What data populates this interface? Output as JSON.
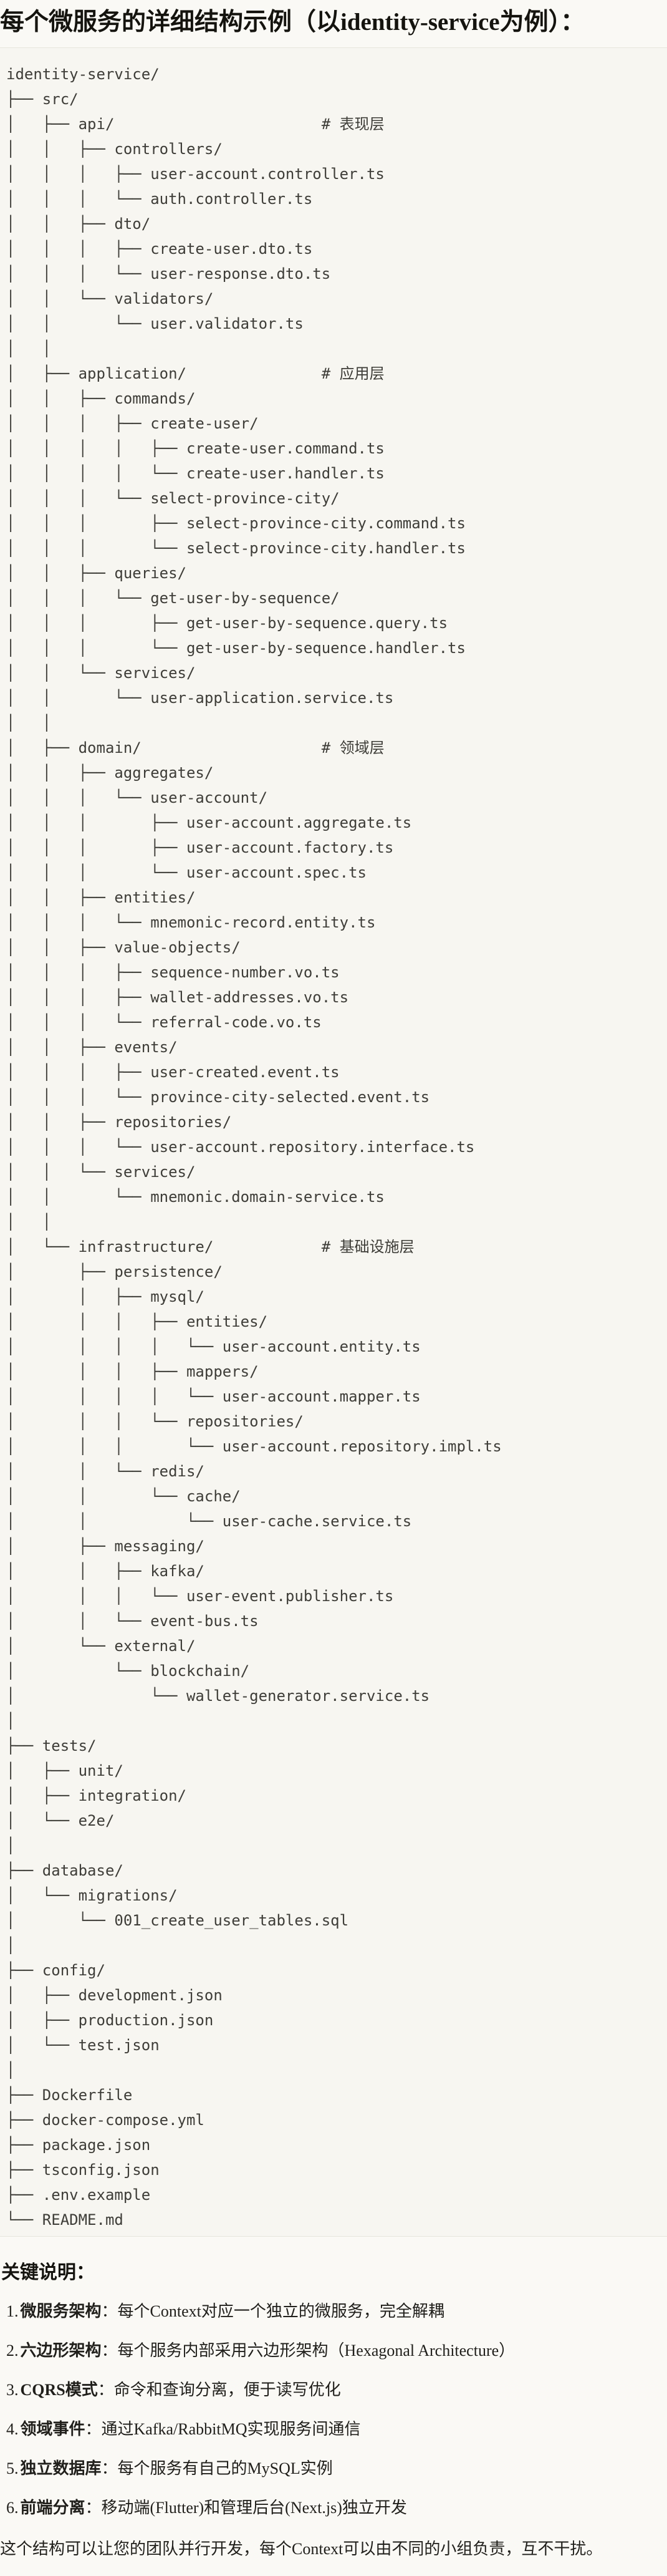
{
  "theme": {
    "page_bg": "#FAF9F5",
    "text": "#1F1E1A",
    "code_bg": "#F7F6F1",
    "code_border": "#E7E5DD",
    "code_text": "#3E3D38"
  },
  "title": "每个微服务的详细结构示例（以identity-service为例）：",
  "code_block": {
    "language": "plaintext",
    "lines": [
      "identity-service/",
      "├── src/",
      "│   ├── api/                       # 表现层",
      "│   │   ├── controllers/",
      "│   │   │   ├── user-account.controller.ts",
      "│   │   │   └── auth.controller.ts",
      "│   │   ├── dto/",
      "│   │   │   ├── create-user.dto.ts",
      "│   │   │   └── user-response.dto.ts",
      "│   │   └── validators/",
      "│   │       └── user.validator.ts",
      "│   │",
      "│   ├── application/               # 应用层",
      "│   │   ├── commands/",
      "│   │   │   ├── create-user/",
      "│   │   │   │   ├── create-user.command.ts",
      "│   │   │   │   └── create-user.handler.ts",
      "│   │   │   └── select-province-city/",
      "│   │   │       ├── select-province-city.command.ts",
      "│   │   │       └── select-province-city.handler.ts",
      "│   │   ├── queries/",
      "│   │   │   └── get-user-by-sequence/",
      "│   │   │       ├── get-user-by-sequence.query.ts",
      "│   │   │       └── get-user-by-sequence.handler.ts",
      "│   │   └── services/",
      "│   │       └── user-application.service.ts",
      "│   │",
      "│   ├── domain/                    # 领域层",
      "│   │   ├── aggregates/",
      "│   │   │   └── user-account/",
      "│   │   │       ├── user-account.aggregate.ts",
      "│   │   │       ├── user-account.factory.ts",
      "│   │   │       └── user-account.spec.ts",
      "│   │   ├── entities/",
      "│   │   │   └── mnemonic-record.entity.ts",
      "│   │   ├── value-objects/",
      "│   │   │   ├── sequence-number.vo.ts",
      "│   │   │   ├── wallet-addresses.vo.ts",
      "│   │   │   └── referral-code.vo.ts",
      "│   │   ├── events/",
      "│   │   │   ├── user-created.event.ts",
      "│   │   │   └── province-city-selected.event.ts",
      "│   │   ├── repositories/",
      "│   │   │   └── user-account.repository.interface.ts",
      "│   │   └── services/",
      "│   │       └── mnemonic.domain-service.ts",
      "│   │",
      "│   └── infrastructure/            # 基础设施层",
      "│       ├── persistence/",
      "│       │   ├── mysql/",
      "│       │   │   ├── entities/",
      "│       │   │   │   └── user-account.entity.ts",
      "│       │   │   ├── mappers/",
      "│       │   │   │   └── user-account.mapper.ts",
      "│       │   │   └── repositories/",
      "│       │   │       └── user-account.repository.impl.ts",
      "│       │   └── redis/",
      "│       │       └── cache/",
      "│       │           └── user-cache.service.ts",
      "│       ├── messaging/",
      "│       │   ├── kafka/",
      "│       │   │   └── user-event.publisher.ts",
      "│       │   └── event-bus.ts",
      "│       └── external/",
      "│           └── blockchain/",
      "│               └── wallet-generator.service.ts",
      "│",
      "├── tests/",
      "│   ├── unit/",
      "│   ├── integration/",
      "│   └── e2e/",
      "│",
      "├── database/",
      "│   └── migrations/",
      "│       └── 001_create_user_tables.sql",
      "│",
      "├── config/",
      "│   ├── development.json",
      "│   ├── production.json",
      "│   └── test.json",
      "│",
      "├── Dockerfile",
      "├── docker-compose.yml",
      "├── package.json",
      "├── tsconfig.json",
      "├── .env.example",
      "└── README.md"
    ]
  },
  "notes": {
    "heading": "关键说明：",
    "items": [
      {
        "num": "1.",
        "term": "微服务架构",
        "sep": "：",
        "desc": "每个Context对应一个独立的微服务，完全解耦"
      },
      {
        "num": "2.",
        "term": "六边形架构",
        "sep": "：",
        "desc": "每个服务内部采用六边形架构（Hexagonal Architecture）"
      },
      {
        "num": "3.",
        "term": "CQRS模式",
        "sep": "：",
        "desc": "命令和查询分离，便于读写优化"
      },
      {
        "num": "4.",
        "term": "领域事件",
        "sep": "：",
        "desc": "通过Kafka/RabbitMQ实现服务间通信"
      },
      {
        "num": "5.",
        "term": "独立数据库",
        "sep": "：",
        "desc": "每个服务有自己的MySQL实例"
      },
      {
        "num": "6.",
        "term": "前端分离",
        "sep": "：",
        "desc": "移动端(Flutter)和管理后台(Next.js)独立开发"
      }
    ],
    "closing": "这个结构可以让您的团队并行开发，每个Context可以由不同的小组负责，互不干扰。"
  }
}
